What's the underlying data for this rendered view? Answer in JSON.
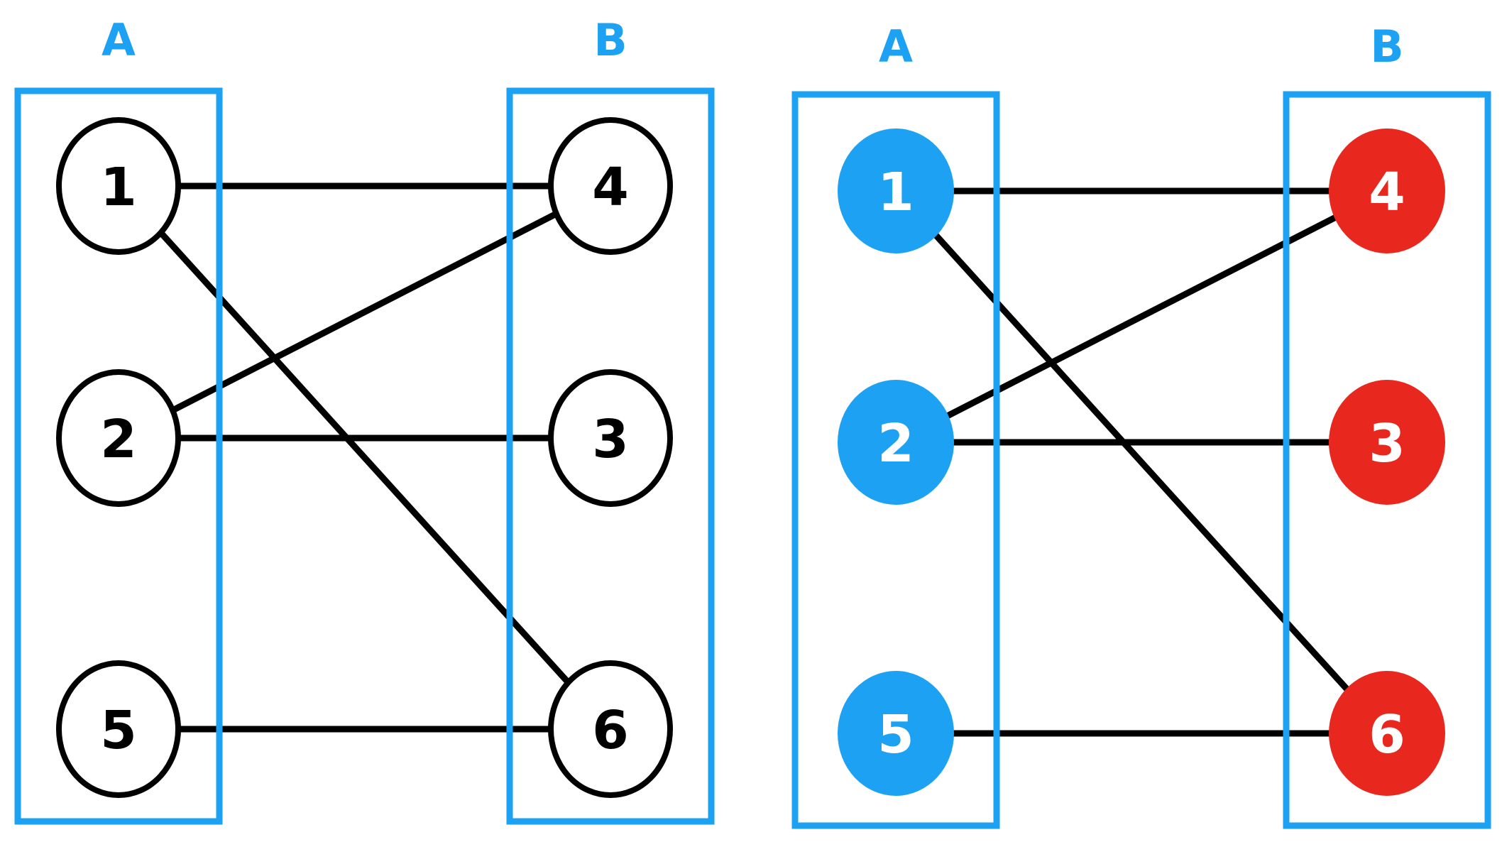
{
  "colors": {
    "set_box": "#1da1f2",
    "edge": "#000000",
    "set_a_fill": "#1da1f2",
    "set_b_fill": "#e8281f",
    "outline_fill": "#ffffff",
    "outline_stroke": "#000000",
    "colored_text": "#ffffff"
  },
  "panels": [
    {
      "id": "uncolored",
      "style": "outline",
      "set_a": {
        "label": "A",
        "nodes": [
          "1",
          "2",
          "5"
        ]
      },
      "set_b": {
        "label": "B",
        "nodes": [
          "4",
          "3",
          "6"
        ]
      },
      "edges": [
        [
          "1",
          "4"
        ],
        [
          "1",
          "6"
        ],
        [
          "2",
          "4"
        ],
        [
          "2",
          "3"
        ],
        [
          "5",
          "6"
        ]
      ]
    },
    {
      "id": "colored",
      "style": "filled",
      "set_a": {
        "label": "A",
        "nodes": [
          "1",
          "2",
          "5"
        ]
      },
      "set_b": {
        "label": "B",
        "nodes": [
          "4",
          "3",
          "6"
        ]
      },
      "edges": [
        [
          "1",
          "4"
        ],
        [
          "1",
          "6"
        ],
        [
          "2",
          "4"
        ],
        [
          "2",
          "3"
        ],
        [
          "5",
          "6"
        ]
      ]
    }
  ]
}
